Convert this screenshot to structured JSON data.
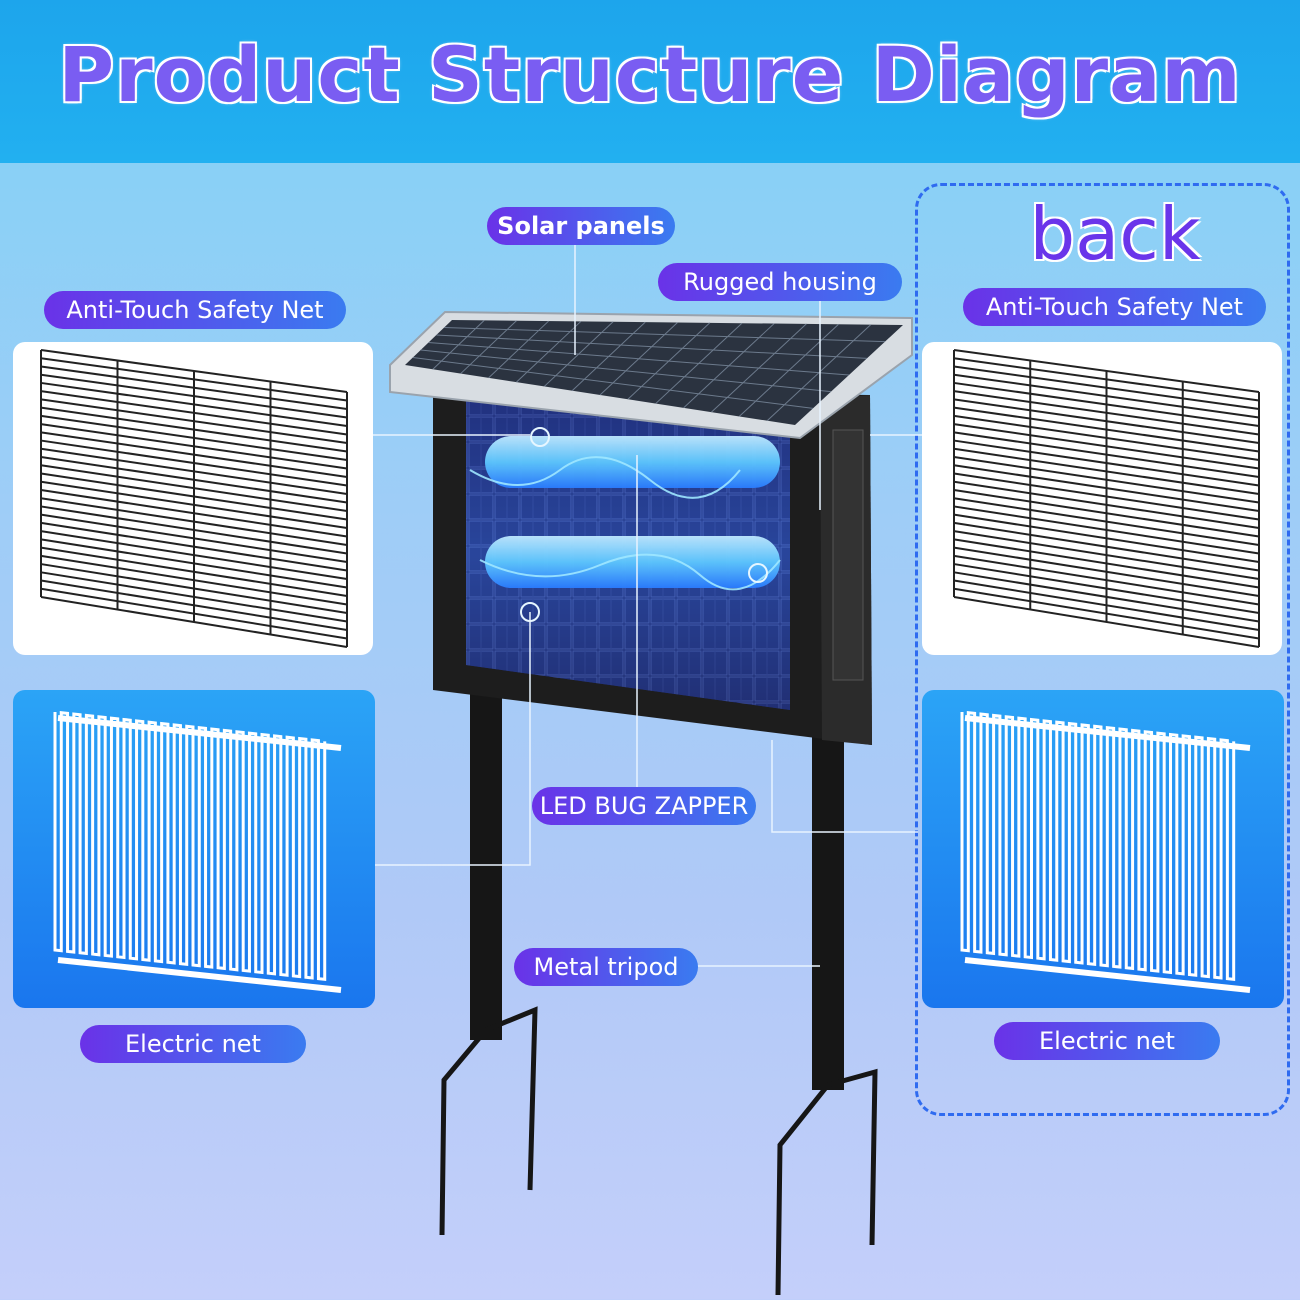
{
  "title": "Product Structure Diagram",
  "back_label": "back",
  "labels": {
    "solar_panels": "Solar panels",
    "rugged_housing": "Rugged housing",
    "safety_net_left": "Anti-Touch Safety Net",
    "safety_net_right": "Anti-Touch Safety Net",
    "led_bug_zapper": "LED BUG ZAPPER",
    "metal_tripod": "Metal tripod",
    "electric_net_left": "Electric net",
    "electric_net_right": "Electric net"
  },
  "colors": {
    "pill_start": "#6a32e8",
    "pill_end": "#3a7bf0",
    "title": "#7a5df2",
    "header": "#1da5ec",
    "uv_glow": "#2f6bff"
  }
}
